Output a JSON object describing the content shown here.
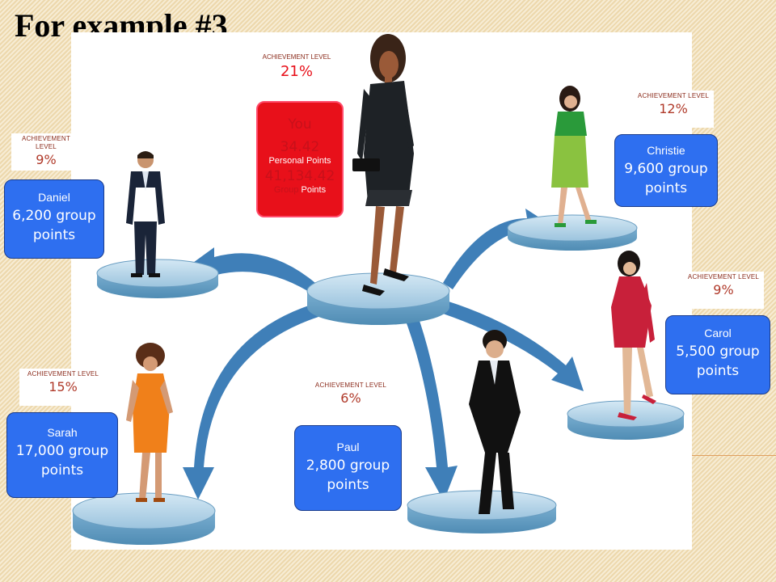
{
  "slide_title": "For example #3",
  "you": {
    "achievement_label": "ACHIEVEMENT LEVEL",
    "achievement_pct": "21%",
    "name": "You",
    "personal_value": "34.42",
    "personal_label": "Personal Points",
    "group_value": "41,134.42",
    "group_word": "Group",
    "points_label": "Points"
  },
  "members": [
    {
      "name": "Daniel",
      "points": "6,200 group points",
      "achievement_label": "ACHIEVEMENT LEVEL",
      "achievement_pct": "9%"
    },
    {
      "name": "Christie",
      "points": "9,600 group points",
      "achievement_label": "ACHIEVEMENT LEVEL",
      "achievement_pct": "12%"
    },
    {
      "name": "Carol",
      "points": "5,500 group points",
      "achievement_label": "ACHIEVEMENT LEVEL",
      "achievement_pct": "9%"
    },
    {
      "name": "Sarah",
      "points": "17,000 group points",
      "achievement_label": "ACHIEVEMENT LEVEL",
      "achievement_pct": "15%"
    },
    {
      "name": "Paul",
      "points": "2,800 group points",
      "achievement_label": "ACHIEVEMENT LEVEL",
      "achievement_pct": "6%"
    }
  ],
  "colors": {
    "card_blue": "#2e6ff0",
    "you_red": "#e8101a",
    "arrow_blue": "#3f7fb8",
    "pad_blue": "#a9cde4"
  },
  "icons": [
    "person-figure-icon",
    "arrow-icon",
    "platform-disc-icon"
  ]
}
